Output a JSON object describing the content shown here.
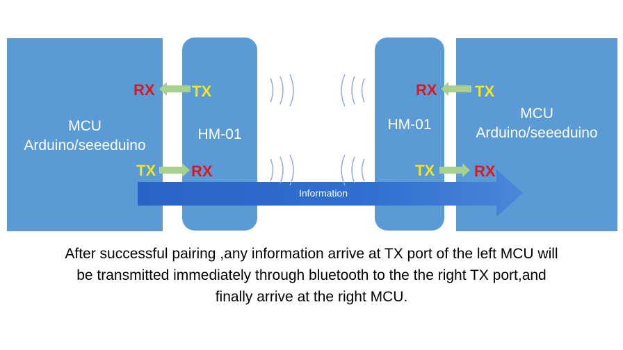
{
  "diagram": {
    "left_mcu": {
      "line1": "MCU",
      "line2": "Arduino/seeeduino"
    },
    "right_mcu": {
      "line1": "MCU",
      "line2": "Arduino/seeeduino"
    },
    "left_module": "HM-01",
    "right_module": "HM-01",
    "pins": {
      "rx": "RX",
      "tx": "TX"
    },
    "flow_label": "Information",
    "colors": {
      "block": "#5b9bd5",
      "rx": "#e0151f",
      "tx": "#f2e51e",
      "arrow_green": "#a9d18e",
      "flow_arrow": "#2f6fd0"
    }
  },
  "caption": {
    "line1": "After successful pairing ,any information arrive at TX port of  the left MCU will",
    "line2": "be transmitted immediately through  bluetooth to the the right TX port,and",
    "line3": "finally arrive at the right MCU."
  }
}
